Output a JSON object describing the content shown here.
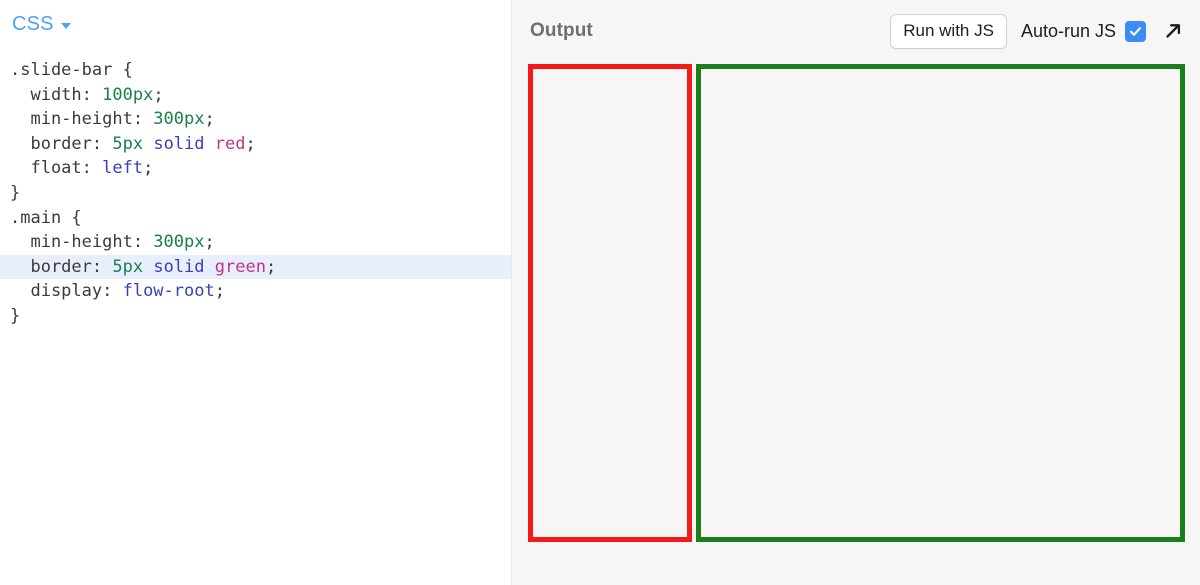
{
  "editor": {
    "language_label": "CSS",
    "caret_icon": "chevron-down-icon",
    "highlighted_line_index": 8,
    "code_lines": [
      {
        "tokens": [
          {
            "t": ".slide-bar {",
            "c": "tok-sel"
          }
        ]
      },
      {
        "tokens": [
          {
            "t": "  width: ",
            "c": "tok-prop"
          },
          {
            "t": "100px",
            "c": "tok-num"
          },
          {
            "t": ";",
            "c": "tok-punc"
          }
        ]
      },
      {
        "tokens": [
          {
            "t": "  min-height: ",
            "c": "tok-prop"
          },
          {
            "t": "300px",
            "c": "tok-num"
          },
          {
            "t": ";",
            "c": "tok-punc"
          }
        ]
      },
      {
        "tokens": [
          {
            "t": "  border: ",
            "c": "tok-prop"
          },
          {
            "t": "5px",
            "c": "tok-num"
          },
          {
            "t": " ",
            "c": "tok-punc"
          },
          {
            "t": "solid",
            "c": "tok-kw"
          },
          {
            "t": " ",
            "c": "tok-punc"
          },
          {
            "t": "red",
            "c": "tok-color"
          },
          {
            "t": ";",
            "c": "tok-punc"
          }
        ]
      },
      {
        "tokens": [
          {
            "t": "  float: ",
            "c": "tok-prop"
          },
          {
            "t": "left",
            "c": "tok-kw"
          },
          {
            "t": ";",
            "c": "tok-punc"
          }
        ]
      },
      {
        "tokens": [
          {
            "t": "}",
            "c": "tok-punc"
          }
        ]
      },
      {
        "tokens": [
          {
            "t": ".main {",
            "c": "tok-sel"
          }
        ]
      },
      {
        "tokens": [
          {
            "t": "  min-height: ",
            "c": "tok-prop"
          },
          {
            "t": "300px",
            "c": "tok-num"
          },
          {
            "t": ";",
            "c": "tok-punc"
          }
        ]
      },
      {
        "tokens": [
          {
            "t": "  border: ",
            "c": "tok-prop"
          },
          {
            "t": "5px",
            "c": "tok-num"
          },
          {
            "t": " ",
            "c": "tok-punc"
          },
          {
            "t": "solid",
            "c": "tok-kw"
          },
          {
            "t": " ",
            "c": "tok-punc"
          },
          {
            "t": "green",
            "c": "tok-color"
          },
          {
            "t": ";",
            "c": "tok-punc"
          }
        ]
      },
      {
        "tokens": [
          {
            "t": "  display: ",
            "c": "tok-prop"
          },
          {
            "t": "flow-root",
            "c": "tok-kw"
          },
          {
            "t": ";",
            "c": "tok-punc"
          }
        ]
      },
      {
        "tokens": [
          {
            "t": "}",
            "c": "tok-punc"
          }
        ]
      }
    ]
  },
  "output": {
    "title": "Output",
    "run_button_label": "Run with JS",
    "autorun_label": "Auto-run JS",
    "autorun_checked": true,
    "check_icon": "check-icon",
    "expand_icon": "arrow-up-right-icon",
    "boxes": [
      {
        "name": "slide-bar",
        "border_color": "#f51a1a",
        "fill": "#f7f6f5"
      },
      {
        "name": "main",
        "border_color": "#1a7e1a",
        "fill": "#f7f6f5"
      }
    ]
  }
}
